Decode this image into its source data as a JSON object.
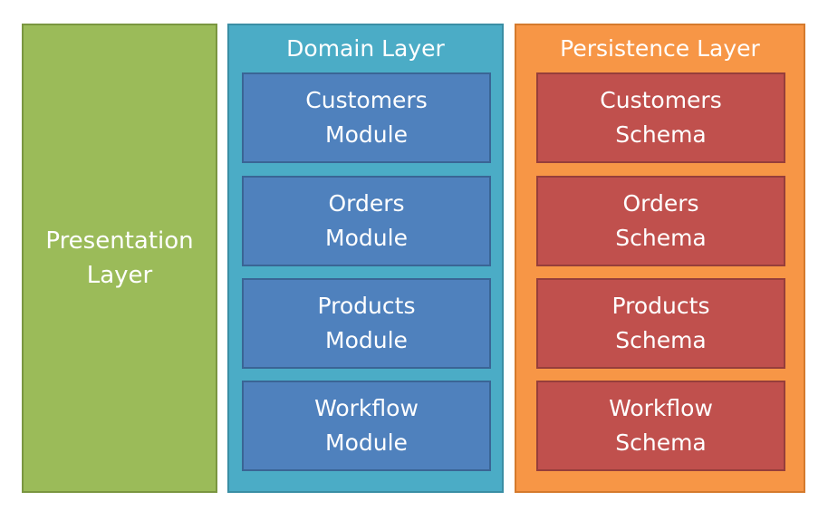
{
  "presentation": {
    "label": "Presentation\nLayer"
  },
  "domain": {
    "title": "Domain Layer",
    "modules": [
      "Customers\nModule",
      "Orders\nModule",
      "Products\nModule",
      "Workflow\nModule"
    ]
  },
  "persistence": {
    "title": "Persistence Layer",
    "schemas": [
      "Customers\nSchema",
      "Orders\nSchema",
      "Products\nSchema",
      "Workflow\nSchema"
    ]
  },
  "colors": {
    "presentation": "#9bbb59",
    "domain": "#4bacc6",
    "module": "#4f81bd",
    "persistence": "#f79646",
    "schema": "#c0504d"
  }
}
